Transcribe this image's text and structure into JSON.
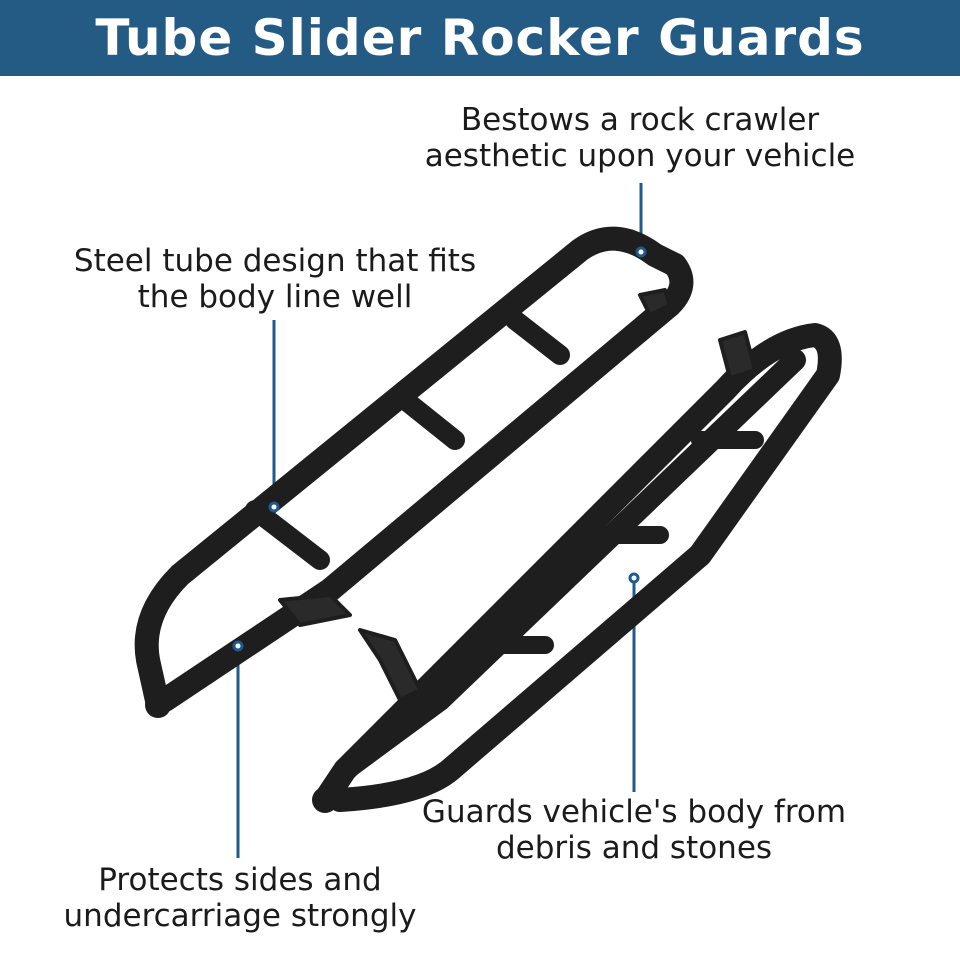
{
  "title": "Tube Slider Rocker Guards",
  "colors": {
    "banner": "#245b85",
    "leader": "#1f5a8a",
    "tube": "#1e1e1e"
  },
  "callouts": [
    {
      "id": "aesthetic",
      "lines": [
        "Bestows a rock crawler",
        "aesthetic upon your vehicle"
      ]
    },
    {
      "id": "steel",
      "lines": [
        "Steel tube design that fits",
        "the body line well"
      ]
    },
    {
      "id": "protects",
      "lines": [
        "Protects sides and",
        "undercarriage strongly"
      ]
    },
    {
      "id": "guards",
      "lines": [
        "Guards vehicle's body from",
        "debris and stones"
      ]
    }
  ],
  "image": {
    "subject": "two black textured steel tube rocker slider guards with mounting brackets",
    "icon": "rocker-slider-illustration"
  }
}
